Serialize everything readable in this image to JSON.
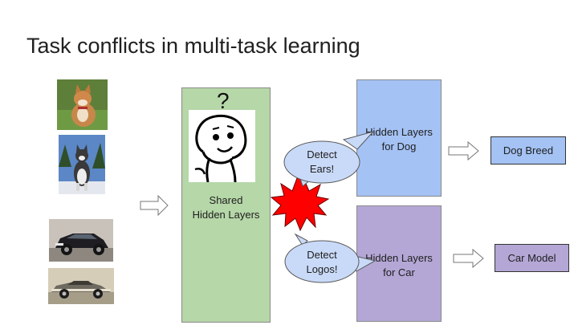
{
  "slide": {
    "title": "Task conflicts in multi-task learning",
    "shared_label": "Shared\nHidden Layers",
    "question_mark": "?",
    "dog_tower_label": "Hidden Layers\nfor Dog",
    "car_tower_label": "Hidden Layers\nfor Car",
    "dog_output": "Dog Breed",
    "car_output": "Car Model",
    "bubble_ears": "Detect\nEars!",
    "bubble_logos": "Detect\nLogos!"
  },
  "colors": {
    "shared": "#b6d7a8",
    "tower": "#a4c2f4",
    "car": "#b4a7d6",
    "conflict": "#ff0000",
    "bubble": "#c9daf8"
  },
  "photos": [
    "shiba-inu-photo",
    "husky-photo",
    "audi-car-photo",
    "classic-car-photo"
  ]
}
